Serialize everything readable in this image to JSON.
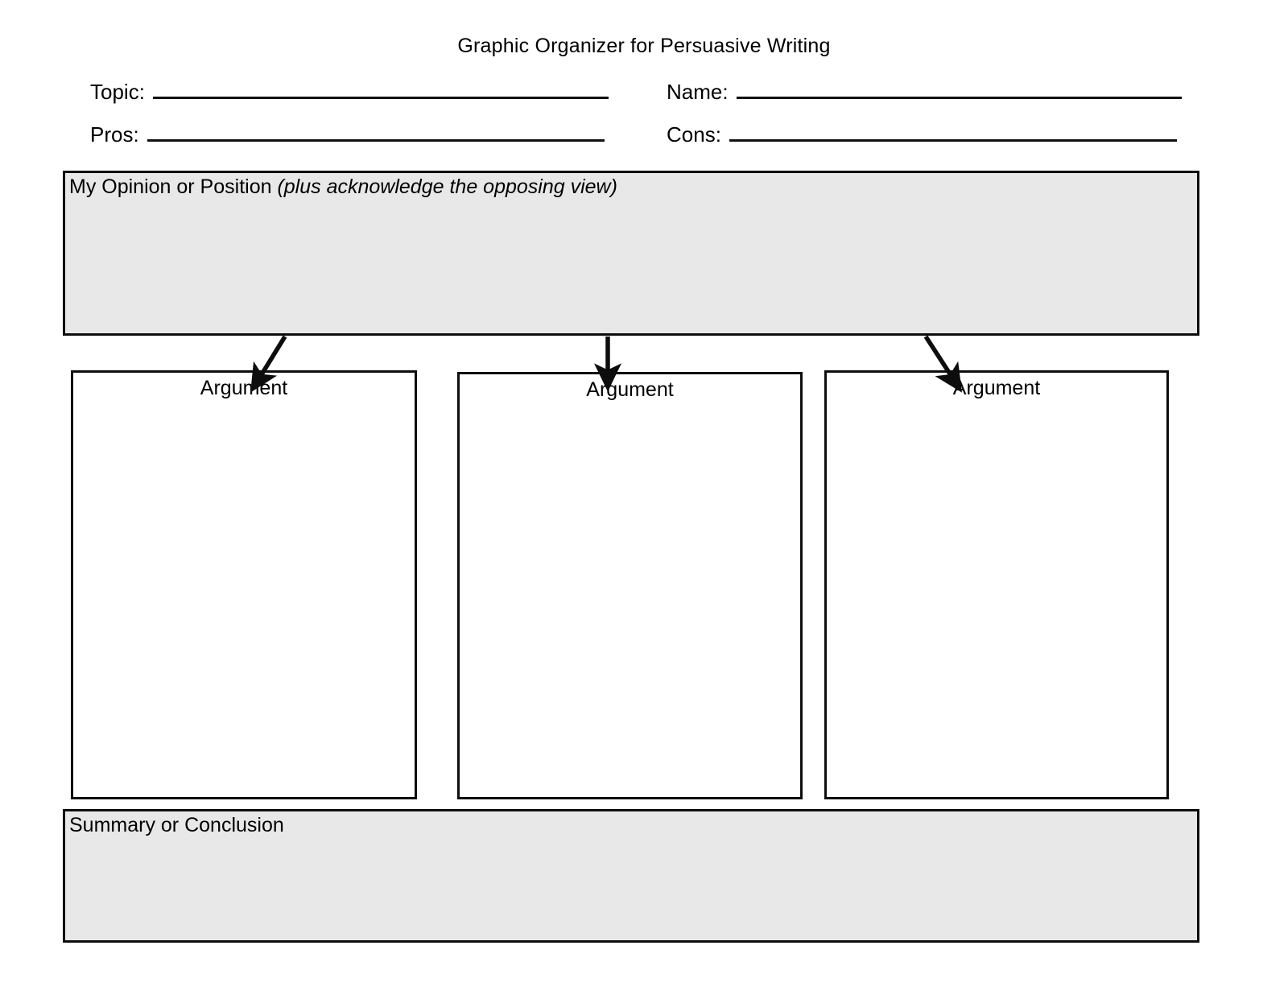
{
  "document": {
    "title": "Graphic Organizer for Persuasive Writing"
  },
  "fields": [
    {
      "label": "Topic:",
      "value": "",
      "placeholder": ""
    },
    {
      "label": "Name:",
      "value": "",
      "placeholder": ""
    },
    {
      "label": "Pros:",
      "value": "",
      "placeholder": ""
    },
    {
      "label": "Cons:",
      "value": "",
      "placeholder": ""
    }
  ],
  "opinion_section": {
    "heading_main": "My Opinion or Position ",
    "heading_italic": "(plus acknowledge the opposing view)",
    "value": "",
    "fill_color": "#e8e8e8"
  },
  "arguments": [
    {
      "label": "Argument",
      "value": ""
    },
    {
      "label": "Argument",
      "value": ""
    },
    {
      "label": "Argument",
      "value": ""
    }
  ],
  "summary_section": {
    "heading": "Summary or Conclusion",
    "value": "",
    "fill_color": "#e8e8e8"
  },
  "connectors": [
    {
      "name": "arrow-to-argument-1",
      "direction": "down-left"
    },
    {
      "name": "arrow-to-argument-2",
      "direction": "down"
    },
    {
      "name": "arrow-to-argument-3",
      "direction": "down-right"
    }
  ],
  "colors": {
    "ink": "#0d0d0d",
    "shaded_fill": "#e8e8e8",
    "page_background": "#ffffff"
  }
}
